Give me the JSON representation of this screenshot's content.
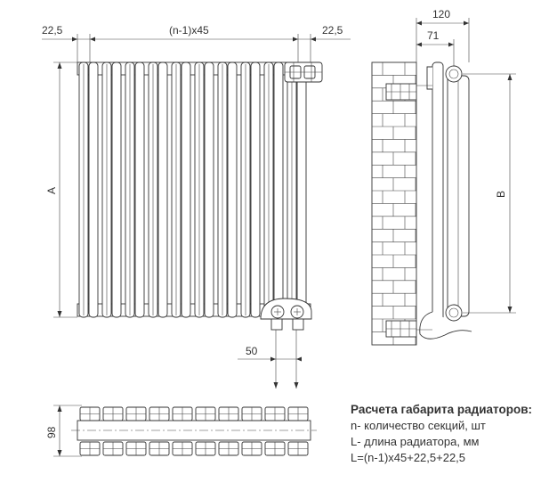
{
  "dimensions": {
    "left_margin": "22,5",
    "pitch": "(n-1)x45",
    "right_margin": "22,5",
    "height_front": "A",
    "height_side": "B",
    "depth_total": "120",
    "depth_axis": "71",
    "offset_bottom": "50",
    "depth_top": "98"
  },
  "legend": {
    "title": "Расчета габарита радиаторов:",
    "line1": "n- количество секций, шт",
    "line2": "L- длина радиатора, мм",
    "formula": "L=(n-1)x45+22,5+22,5"
  },
  "colors": {
    "line": "#333333",
    "background": "#ffffff"
  }
}
